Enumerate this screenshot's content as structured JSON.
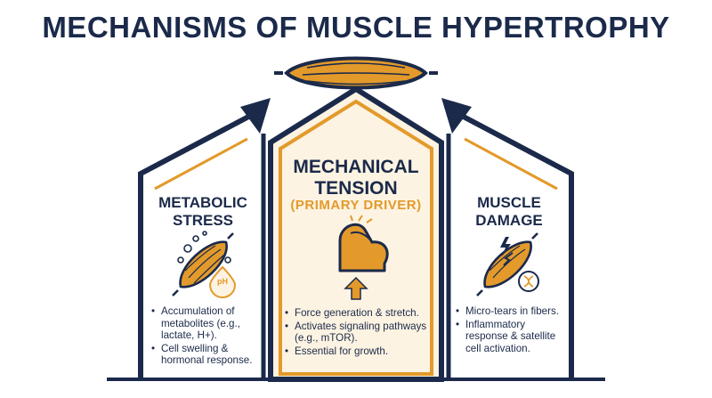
{
  "title": "MECHANISMS OF MUSCLE HYPERTROPHY",
  "panels": {
    "left": {
      "title_line1": "METABOLIC",
      "title_line2": "STRESS",
      "icon_label": "pH",
      "bullets": [
        "Accumulation of metabolites (e.g., lactate, H+).",
        "Cell swelling & hormonal response."
      ]
    },
    "center": {
      "title_line1": "MECHANICAL",
      "title_line2": "TENSION",
      "subtitle": "(PRIMARY DRIVER)",
      "bullets": [
        "Force generation & stretch.",
        "Activates signaling pathways (e.g., mTOR).",
        "Essential for growth."
      ]
    },
    "right": {
      "title_line1": "MUSCLE",
      "title_line2": "DAMAGE",
      "bullets": [
        "Micro-tears in fibers.",
        "Inflammatory response & satellite cell activation."
      ]
    }
  },
  "colors": {
    "navy": "#1b2a4a",
    "orange": "#e39a2b",
    "cream": "#fdf3e2"
  },
  "icons": [
    "muscle-icon",
    "muscle-fiber-icon",
    "bubbles-icon",
    "flexed-arm-icon",
    "up-arrow-icon",
    "torn-muscle-icon",
    "dna-repair-icon",
    "lightning-icon"
  ]
}
